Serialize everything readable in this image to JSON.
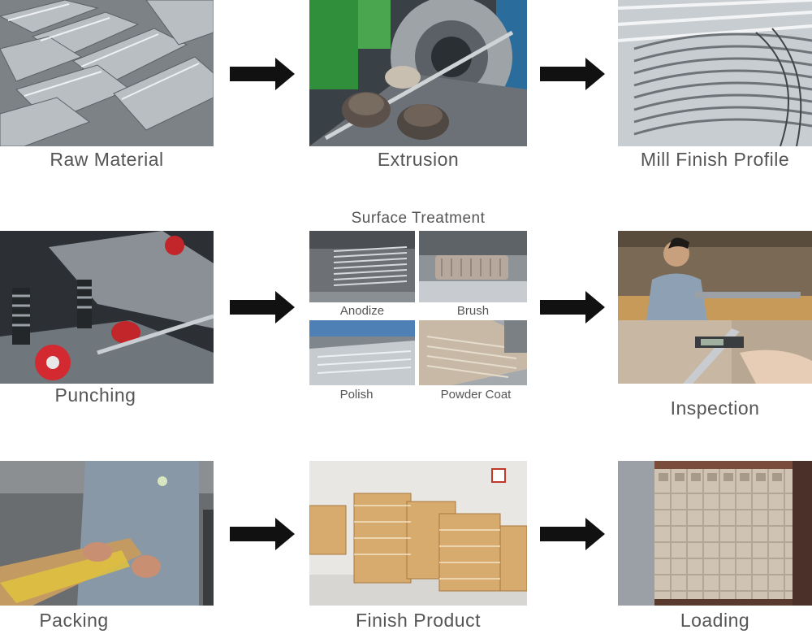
{
  "steps": {
    "raw_material": "Raw Material",
    "extrusion": "Extrusion",
    "mill_finish_profile": "Mill Finish Profile",
    "punching": "Punching",
    "surface_treatment": "Surface Treatment",
    "inspection": "Inspection",
    "packing": "Packing",
    "finish_product": "Finish Product",
    "loading": "Loading"
  },
  "surface_treatment_options": {
    "anodize": "Anodize",
    "brush": "Brush",
    "polish": "Polish",
    "powder_coat": "Powder Coat"
  },
  "colors": {
    "arrow": "#111111",
    "caption": "#555555"
  },
  "icons": [
    "arrow-right-icon"
  ]
}
